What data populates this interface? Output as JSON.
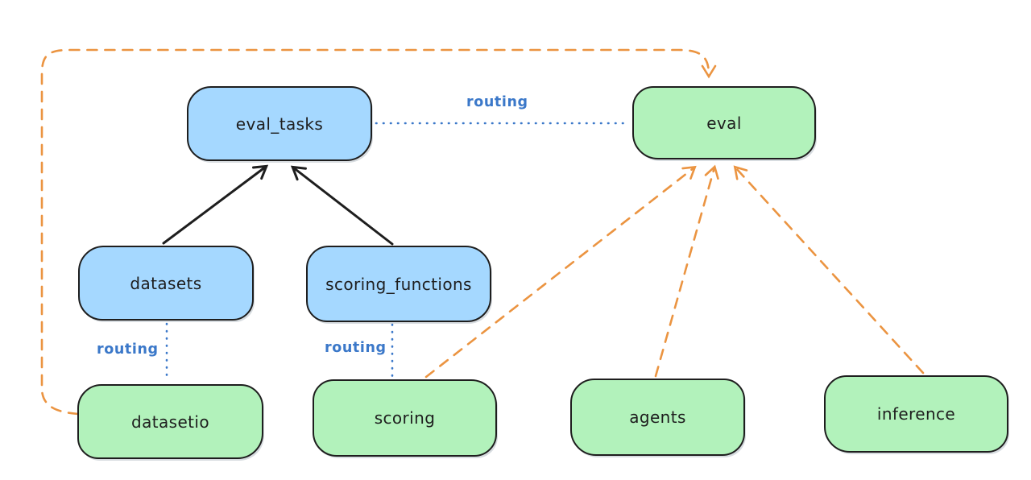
{
  "diagram": {
    "nodes": {
      "eval_tasks": {
        "label": "eval_tasks",
        "fill": "blue"
      },
      "eval": {
        "label": "eval",
        "fill": "green"
      },
      "datasets": {
        "label": "datasets",
        "fill": "blue"
      },
      "scoring_functions": {
        "label": "scoring_functions",
        "fill": "blue"
      },
      "datasetio": {
        "label": "datasetio",
        "fill": "green"
      },
      "scoring": {
        "label": "scoring",
        "fill": "green"
      },
      "agents": {
        "label": "agents",
        "fill": "green"
      },
      "inference": {
        "label": "inference",
        "fill": "green"
      }
    },
    "edge_labels": [
      {
        "text": "routing",
        "between": "eval_tasks and eval"
      },
      {
        "text": "routing",
        "between": "datasets and datasetio"
      },
      {
        "text": "routing",
        "between": "scoring_functions and scoring"
      }
    ],
    "edges": [
      {
        "from": "datasets",
        "to": "eval_tasks",
        "style": "solid-arrow",
        "color": "black"
      },
      {
        "from": "scoring_functions",
        "to": "eval_tasks",
        "style": "solid-arrow",
        "color": "black"
      },
      {
        "from": "eval_tasks",
        "to": "eval",
        "style": "dotted-line",
        "color": "blue",
        "label": "routing"
      },
      {
        "from": "datasets",
        "to": "datasetio",
        "style": "dotted-line",
        "color": "blue",
        "label": "routing"
      },
      {
        "from": "scoring_functions",
        "to": "scoring",
        "style": "dotted-line",
        "color": "blue",
        "label": "routing"
      },
      {
        "from": "scoring",
        "to": "eval",
        "style": "dashed-arrow",
        "color": "orange"
      },
      {
        "from": "agents",
        "to": "eval",
        "style": "dashed-arrow",
        "color": "orange"
      },
      {
        "from": "inference",
        "to": "eval",
        "style": "dashed-arrow",
        "color": "orange"
      },
      {
        "from": "datasetio",
        "to": "eval",
        "style": "dashed-arrow",
        "color": "orange",
        "route": "around-left-and-top"
      }
    ],
    "colors": {
      "node_blue_fill": "#a5d8ff",
      "node_green_fill": "#b2f2bb",
      "node_stroke": "#1e1e1e",
      "routing_blue": "#3b78c9",
      "dashed_orange": "#eb9441",
      "background": "#ffffff"
    }
  }
}
